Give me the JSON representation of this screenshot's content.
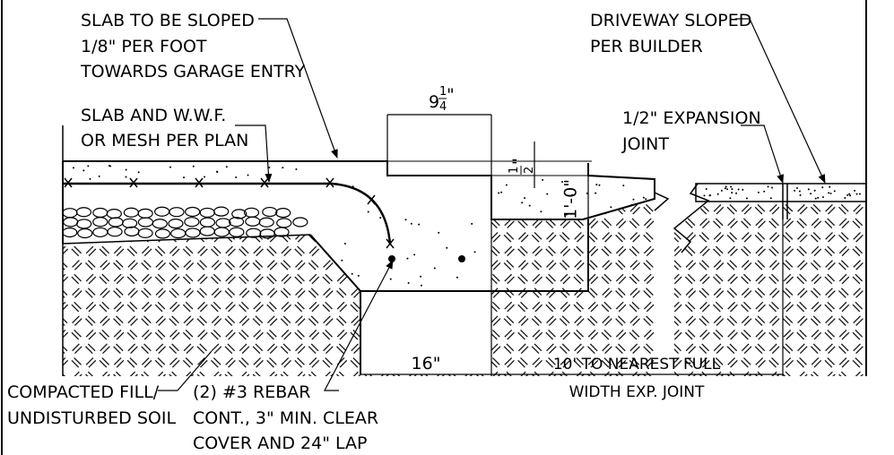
{
  "notes": {
    "slab_slope": [
      "SLAB TO BE SLOPED",
      "1/8\" PER FOOT",
      "TOWARDS GARAGE ENTRY"
    ],
    "slab_mesh": [
      "SLAB AND W.W.F.",
      "OR MESH PER PLAN"
    ],
    "driveway": [
      "DRIVEWAY SLOPED",
      "PER BUILDER"
    ],
    "expansion": [
      "1/2\" EXPANSION",
      "JOINT"
    ],
    "fill": [
      "COMPACTED FILL/",
      "UNDISTURBED SOIL"
    ],
    "rebar": [
      "(2) #3 REBAR",
      "CONT., 3\" MIN. CLEAR",
      "COVER AND 24\" LAP"
    ]
  },
  "dims": {
    "step_width_whole": "9",
    "step_width_num": "1",
    "step_width_den": "4",
    "step_width_unit": "\"",
    "step_height_num": "1",
    "step_height_den": "2",
    "step_height_unit": "\"",
    "footing_depth": "1'-0\"",
    "footing_width": "16\"",
    "joint_distance": [
      "10' TO NEAREST FULL",
      "WIDTH EXP. JOINT"
    ]
  }
}
